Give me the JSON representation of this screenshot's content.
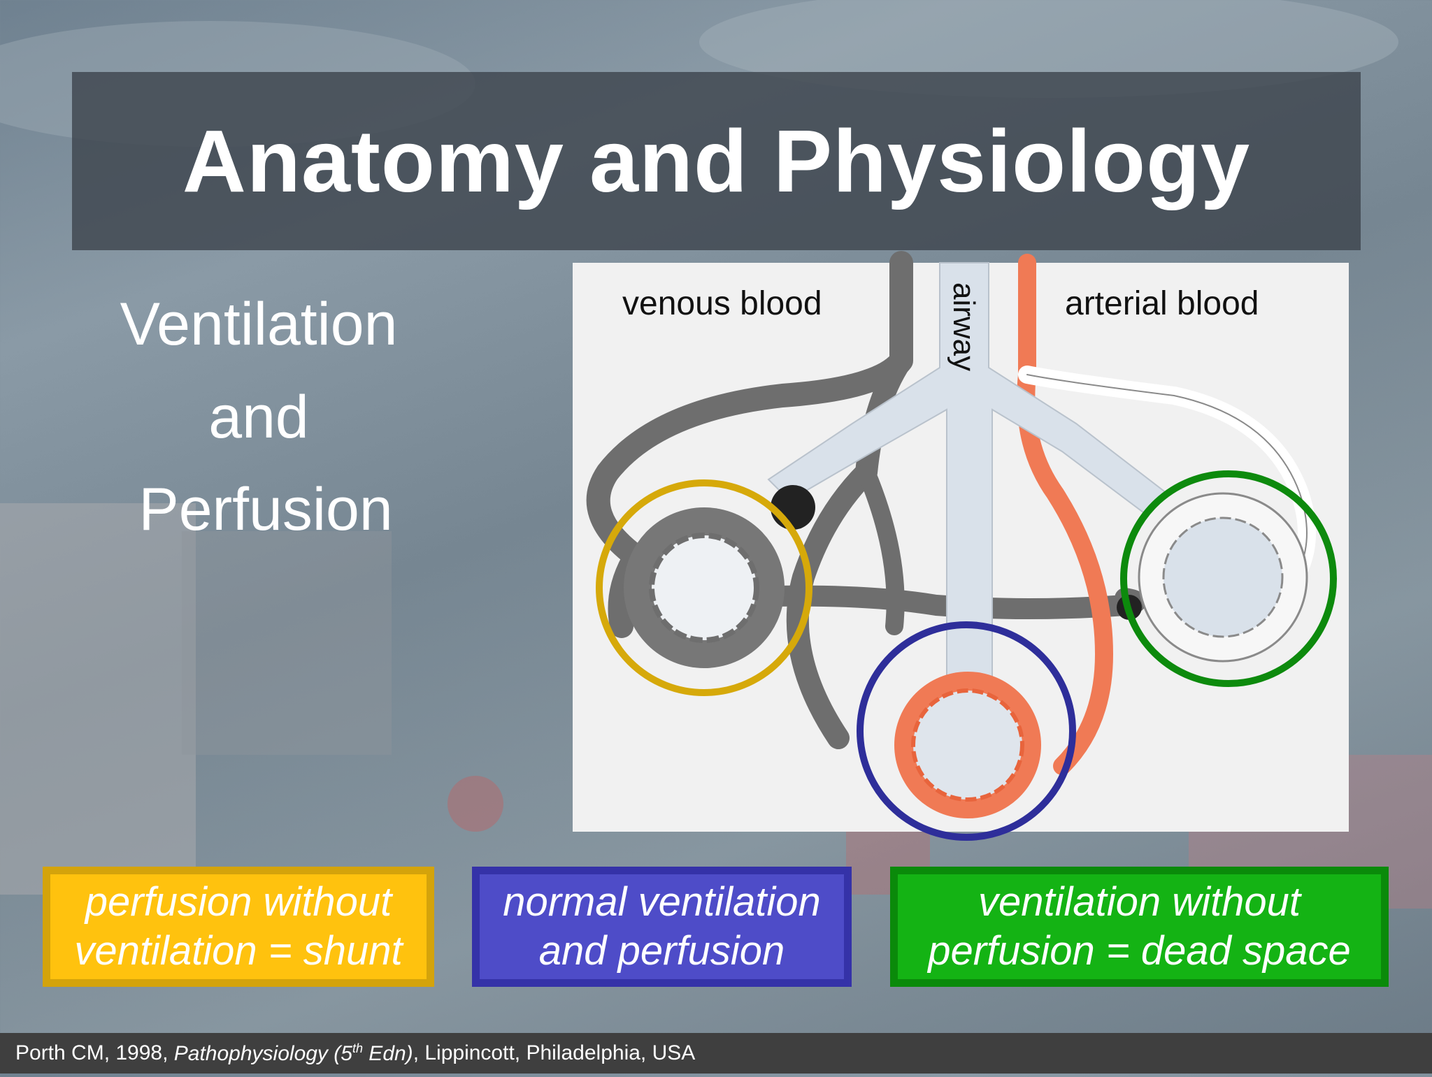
{
  "slide": {
    "title": "Anatomy and Physiology",
    "side_lines": [
      "Ventilation",
      "and",
      "Perfusion"
    ]
  },
  "diagram": {
    "labels": {
      "venous": "venous blood",
      "arterial": "arterial blood",
      "airway": "airway"
    },
    "colors": {
      "venous": "#6e6e6e",
      "arterial": "#f07a55",
      "airway": "#d9e1ea",
      "shunt_ring": "#d6a90a",
      "normal_ring": "#2e2e9a",
      "deadspace_ring": "#0d8a0d"
    }
  },
  "boxes": {
    "shunt": [
      "perfusion without",
      "ventilation = shunt"
    ],
    "normal": [
      "normal ventilation",
      "and perfusion"
    ],
    "deadspace": [
      "ventilation without",
      "perfusion = dead space"
    ]
  },
  "footer": {
    "prefix": "Porth CM, 1998, ",
    "book": "Pathophysiology (5",
    "sup": "th",
    "book_end": " Edn)",
    "suffix": ", Lippincott, Philadelphia, USA"
  }
}
